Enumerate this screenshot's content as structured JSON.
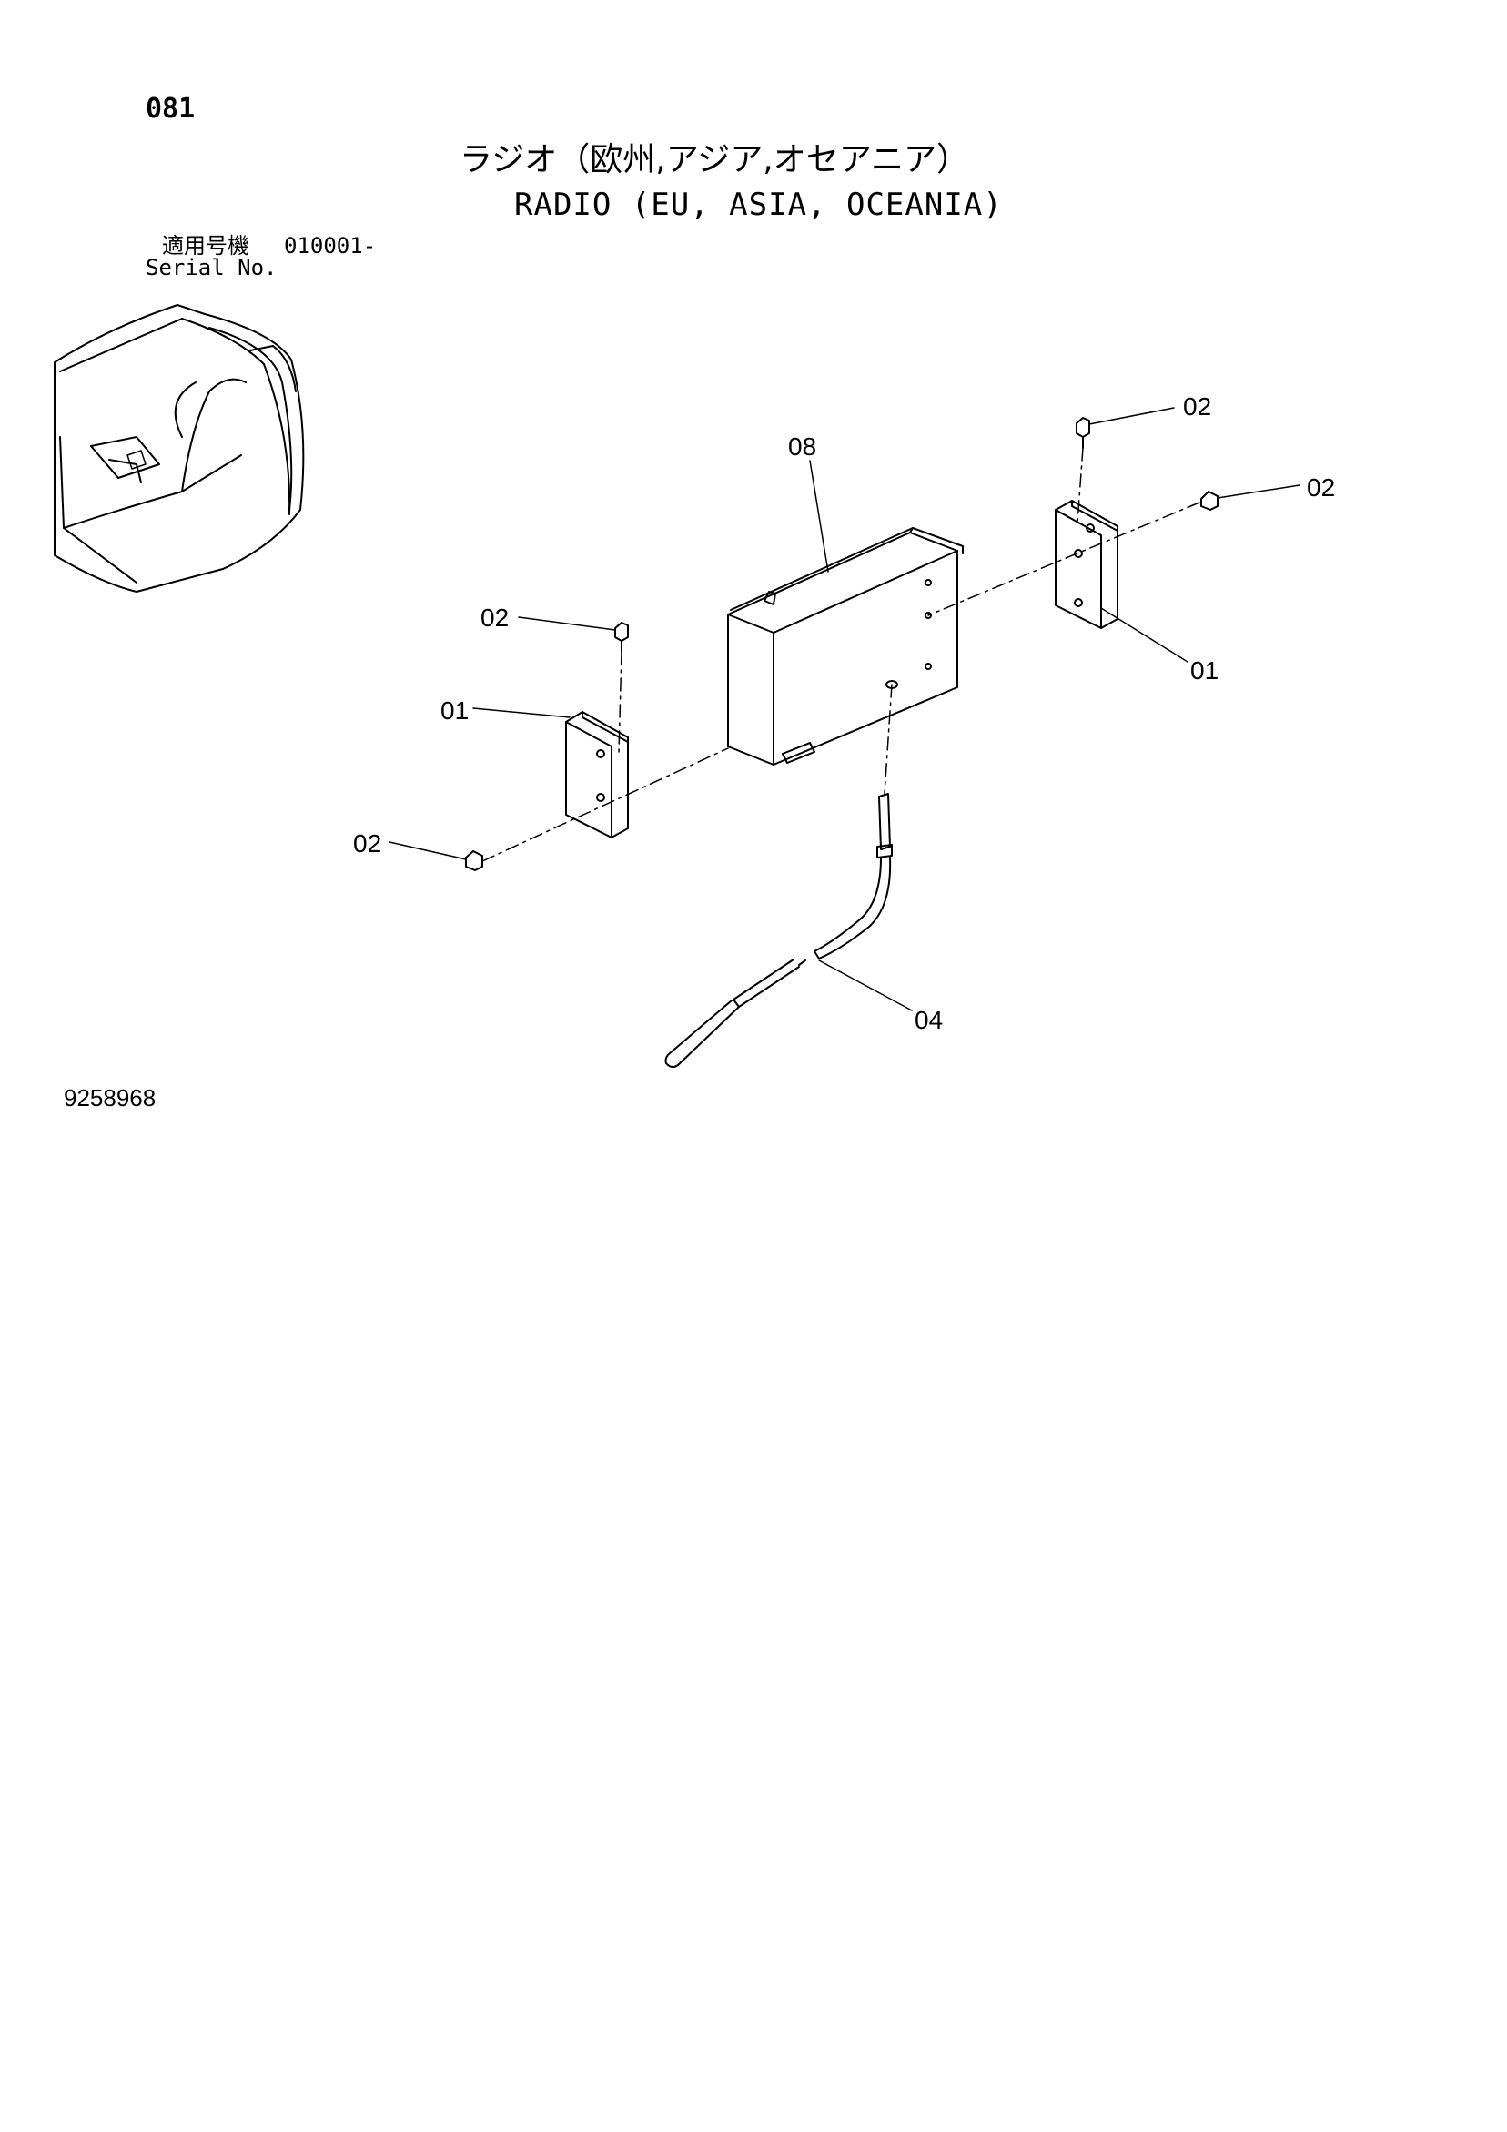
{
  "page": {
    "number": "081",
    "title_jp": "ラジオ（欧州,アジア,オセアニア）",
    "title_en": "RADIO (EU, ASIA, OCEANIA)",
    "serial_label_jp": "適用号機",
    "serial_range": "010001-",
    "serial_label_en": "Serial No.",
    "drawing_number": "9258968"
  },
  "callouts": {
    "bolt_top_right": "02",
    "bolt_right": "02",
    "box": "08",
    "bolt_left_top": "02",
    "bracket_left": "01",
    "bracket_right": "01",
    "bolt_left_bottom": "02",
    "antenna": "04"
  }
}
